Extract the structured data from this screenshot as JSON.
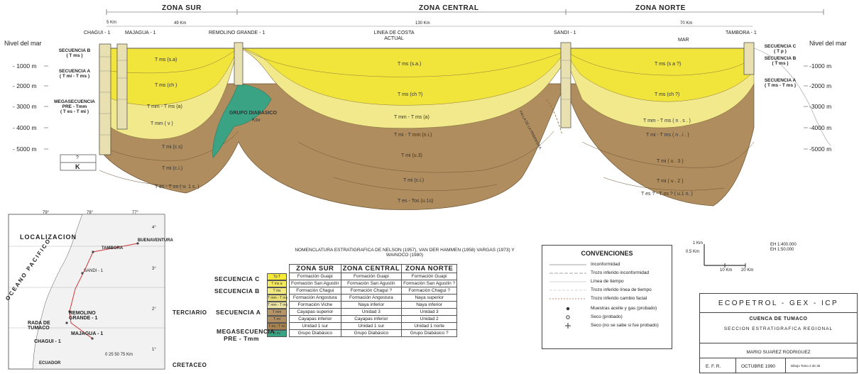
{
  "zones": {
    "sur": "ZONA SUR",
    "central": "ZONA CENTRAL",
    "norte": "ZONA NORTE"
  },
  "distances": {
    "d5": "5 Km",
    "d49": "49 Km",
    "d130": "130 Km",
    "d70": "70 Km"
  },
  "wells": {
    "chagui": "CHAGUI - 1",
    "majagua": "MAJAGUA - 1",
    "remolino": "REMOLINO GRANDE - 1",
    "sandi": "SANDI - 1",
    "tambora": "TAMBORA - 1"
  },
  "coast": "LINEA DE COSTA ACTUAL",
  "mar": "MAR",
  "sea_level_left": "Nivel del mar",
  "sea_level_right": "Nivel del mar",
  "depths_left": [
    "- 1000 m",
    "- 2000 m",
    "- 3000 m",
    "- 4000 m",
    "- 5000 m"
  ],
  "depths_right": [
    "-1000 m",
    "-2000 m",
    "-3000 m",
    "-4000 m",
    "-5000 m"
  ],
  "left_sequences": {
    "b": "SECUENCIA B",
    "b_unit": "( T ms )",
    "a": "SECUENCIA A",
    "a_unit": "( T mi - T ms )",
    "mega": "MEGASECUENCIA",
    "pre": "PRE - Tmm",
    "pre_unit": "( T es - T mi )"
  },
  "right_sequences": {
    "c": "SECUENCIA C",
    "c_unit": "( T p )",
    "b": "SECUENCIA B",
    "b_unit": "( T ms )",
    "a": "SECUENCIA A",
    "a_unit": "( T ms - T ms )"
  },
  "well_extra": {
    "q": "?",
    "k": "K"
  },
  "units": {
    "s1": "T ms  (s.a)",
    "s2": "T ms  (ch )",
    "s3": "T mm - T ms (a)",
    "s4": "T mm  ( v )",
    "s5": "T mi  (c.s)",
    "s6": "T mi  (c.i.)",
    "s7": "T es - T os ( u. 1 s. )",
    "c1": "T ms  (s.a.)",
    "c2": "T ms  (ch ?)",
    "c3": "T mm - T ms (a)",
    "c4": "T mi - T mm (n.i.)",
    "c5": "T mi  (u.3)",
    "c6": "T mi  (c.i.)",
    "c7": "T es - Tos (u.1s)",
    "n1": "T ms  (s a ?)",
    "n2": "T ms  (ch ?)",
    "n3": "T mm - T ms  ( n . s . )",
    "n4": "T mi - T ms  ( n . i . )",
    "n5": "T mi  ( u . 3 )",
    "n6": "T mi  ( u . 2 )",
    "n7": "T es ? - T os ? ( u.1 n. )"
  },
  "diabasico": {
    "label": "GRUPO DIABASICO",
    "sub": "Ksv"
  },
  "fault_label": "FALLA DE LA PRIMAVERA",
  "map": {
    "title": "LOCALIZACION",
    "ocean": "OCEANO PACIFICO",
    "places": {
      "buenaventura": "BUENAVENTURA",
      "tambora": "TAMBORA",
      "sandi": "SANDI - 1",
      "remolino": "REMOLINO GRANDE - 1",
      "rada": "RADA DE TUMACO",
      "majagua": "MAJAGUA - 1",
      "chagui": "CHAGUI - 1",
      "ecuador": "ECUADOR"
    },
    "lons": [
      "79°",
      "78°",
      "77°"
    ],
    "lats": [
      "4°",
      "3°",
      "2°",
      "1°"
    ],
    "scale": "0   25   50   75 Km"
  },
  "nomenclature": {
    "title": "NOMENCLATURA ESTRATIGRAFICA DE NELSON (1957), VAN DER HAMMEN (1958) VARGAS (1973) Y WAINOCO (1980)",
    "headers": [
      "ZONA SUR",
      "ZONA CENTRAL",
      "ZONA NORTE"
    ],
    "rows": [
      {
        "code": "Tp T",
        "color": "#f6ea37",
        "cells": [
          "Formación Guapi",
          "Formación Guapi",
          "Formación Guapi"
        ]
      },
      {
        "code": "T ms a",
        "color": "#f3e85e",
        "cells": [
          "Formación San Agustín",
          "Formación San Agustín",
          "Formación San Agustín ?"
        ]
      },
      {
        "code": "T ms",
        "color": "#f2ea80",
        "cells": [
          "Formación Chagui",
          "Formación Chagui ?",
          "Formación Chagui ?"
        ]
      },
      {
        "code": "T mm - T ms",
        "color": "#ece07a",
        "cells": [
          "Formación Angostura",
          "Formación Angostura",
          "Naya superior"
        ]
      },
      {
        "code": "T mm - T ms",
        "color": "#eee7a6",
        "cells": [
          "Formación Viche",
          "Naya inferior",
          "Naya inferior"
        ]
      },
      {
        "code": "T mm",
        "color": "#b59468",
        "cells": [
          "Cayapas superior",
          "Unidad 3",
          "Unidad 3"
        ]
      },
      {
        "code": "T mi",
        "color": "#b08d5e",
        "cells": [
          "Cayapas inferior",
          "Cayapas inferior",
          "Unidad 2"
        ]
      },
      {
        "code": "T es - T os",
        "color": "#a7844f",
        "cells": [
          "Unidad 1 sur",
          "Unidad 1 sur",
          "Unidad 1 norte"
        ]
      },
      {
        "code": "K sv",
        "color": "#3aa384",
        "cells": [
          "Grupo Diabásico",
          "Grupo Diabásico",
          "Grupo Diabásico ?"
        ]
      }
    ],
    "sequences": {
      "c": "SECUENCIA C",
      "b": "SECUENCIA B",
      "a": "SECUENCIA A",
      "mega": "MEGASECUENCIA",
      "pre": "PRE - Tmm"
    },
    "eras": {
      "terciario": "TERCIARIO",
      "cretaceo": "CRETACEO"
    }
  },
  "conventions": {
    "title": "CONVENCIONES",
    "items": [
      "Inconformidad",
      "Trozo inferido inconformidad",
      "Línea de tiempo",
      "Trozo inferido línea de tiempo",
      "Trozo inferido cambio facial",
      "Muestras aceite y gas (probado)",
      "Seco (probado)",
      "Seco (no se sabe si fue probado)"
    ]
  },
  "scale": {
    "v1": "1 Km",
    "v05": "0.5 Km",
    "h10": "10 Km",
    "h20": "20 Km",
    "eh": "EH  1:400.000",
    "ev": "EH  1:50.000"
  },
  "title_block": {
    "company": "ECOPETROL - GEX - ICP",
    "basin": "CUENCA DE TUMACO",
    "section": "SECCION ESTRATIGRAFICA REGIONAL",
    "author": "MARIO      SUAREZ      RODRIGUEZ",
    "drafter": "E. F. R.",
    "date": "OCTUBRE 1990",
    "sheet": "Dibujo    Tomo 2 de 35"
  }
}
